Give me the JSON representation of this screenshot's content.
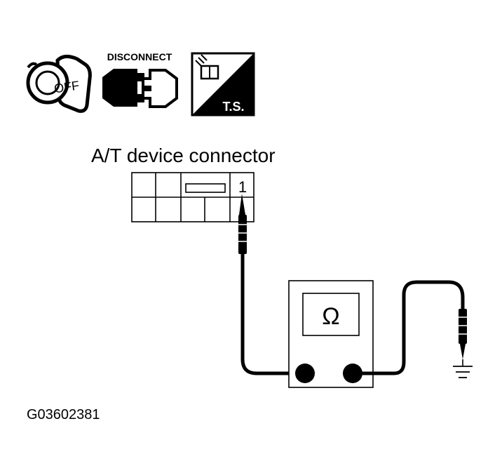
{
  "icons": {
    "ignition": {
      "label": "OFF",
      "icon": "ignition-key-off-icon"
    },
    "disconnect": {
      "label": "DISCONNECT",
      "icon": "disconnect-connector-icon"
    },
    "terminal_side": {
      "label": "T.S.",
      "icon": "terminal-side-icon"
    }
  },
  "connector": {
    "title": "A/T device connector",
    "terminal": "1"
  },
  "meter": {
    "symbol": "Ω"
  },
  "figure_id": "G03602381",
  "colors": {
    "ink": "#000000",
    "background": "#ffffff",
    "panel_shade": "#e8e8e8"
  }
}
